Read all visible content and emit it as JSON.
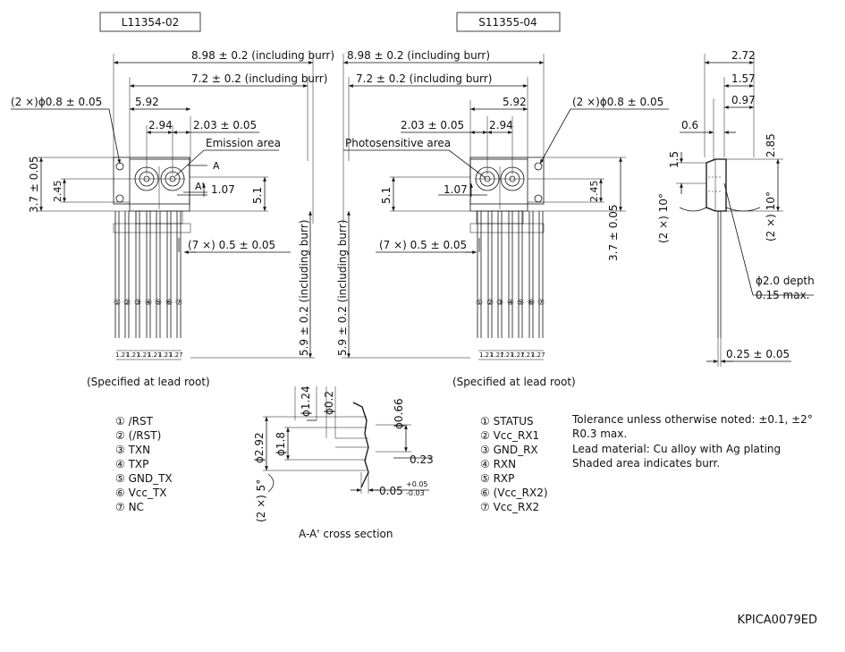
{
  "titles": {
    "left": "L11354-02",
    "right": "S11355-04"
  },
  "left": {
    "overall_width": "8.98 ± 0.2 (including burr)",
    "body_width": "7.2 ± 0.2 (including burr)",
    "hole_dim": "(2 ×)ϕ0.8 ± 0.05",
    "lens_pitch": "5.92",
    "lens_offset_a": "2.94",
    "lens_offset_b": "2.03 ± 0.05",
    "area_label": "Emission area",
    "sect_a": "A",
    "sect_a2": "A'",
    "dim_107": "1.07",
    "dim_51": "5.1",
    "height": "3.7 ± 0.05",
    "dim_245": "2.45",
    "pin_pitch_total": "(7 ×) 0.5 ± 0.05",
    "lead_length": "5.9 ± 0.2 (including burr)",
    "pitch_127": "1.27",
    "note": "(Specified at lead root)",
    "pin_numbers": [
      "①",
      "②",
      "③",
      "④",
      "⑤",
      "⑥",
      "⑦"
    ],
    "pins": [
      "① /RST",
      "② (/RST)",
      "③ TXN",
      "④ TXP",
      "⑤ GND_TX",
      "⑥ Vcc_TX",
      "⑦ NC"
    ]
  },
  "right": {
    "overall_width": "8.98 ± 0.2 (including burr)",
    "body_width": "7.2 ± 0.2 (including burr)",
    "hole_dim": "(2 ×)ϕ0.8 ± 0.05",
    "lens_pitch": "5.92",
    "lens_offset_a": "2.94",
    "lens_offset_b": "2.03 ± 0.05",
    "area_label": "Photosensitive area",
    "dim_107": "1.07",
    "dim_51": "5.1",
    "height": "3.7 ± 0.05",
    "dim_245": "2.45",
    "pin_pitch_total": "(7 ×) 0.5 ± 0.05",
    "lead_length": "5.9 ± 0.2 (including burr)",
    "pitch_127": "1.27",
    "note": "(Specified at lead root)",
    "pin_numbers": [
      "①",
      "②",
      "③",
      "④",
      "⑤",
      "⑥",
      "⑦"
    ],
    "pins": [
      "① STATUS",
      "② Vcc_RX1",
      "③ GND_RX",
      "④ RXN",
      "⑤ RXP",
      "⑥ (Vcc_RX2)",
      "⑦ Vcc_RX2"
    ]
  },
  "side": {
    "dim_272": "2.72",
    "dim_157": "1.57",
    "dim_097": "0.97",
    "dim_06": "0.6",
    "dim_285": "2.85",
    "dim_15": "1.5",
    "angle_left": "(2 ×) 10°",
    "angle_right": "(2 ×) 10°",
    "depth_line1": "ϕ2.0 depth",
    "depth_line2": "0.15 max.",
    "lead_thickness": "0.25 ± 0.05"
  },
  "section": {
    "d124": "ϕ1.24",
    "d02": "ϕ0.2",
    "d066": "ϕ0.66",
    "d292": "ϕ2.92",
    "d18": "ϕ1.8",
    "d023": "0.23",
    "angle": "(2 ×) 5°",
    "tol_main": "0.05",
    "tol_plus": "+0.05",
    "tol_minus": "-0.03",
    "caption": "A-A' cross section"
  },
  "notes": {
    "tolerance": "Tolerance unless otherwise noted: ±0.1, ±2°",
    "radius": "R0.3 max.",
    "material": "Lead material: Cu alloy with Ag plating",
    "shaded": "Shaded area indicates burr."
  },
  "drawing_code": "KPICA0079ED"
}
